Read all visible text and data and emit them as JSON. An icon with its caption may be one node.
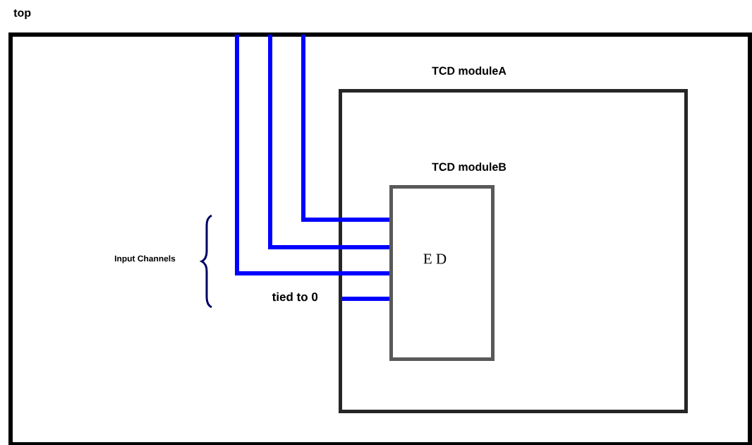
{
  "diagram": {
    "nodes": [
      {
        "text": [
          "top"
        ]
      },
      {
        "text": [
          "TCD moduleA"
        ],
        "in": 0
      },
      {
        "text": [
          "TCD moduleB",
          "E D"
        ],
        "in": 1
      },
      {
        "text": [
          "tied to 0"
        ],
        "in": 0
      }
    ],
    "edges": [
      {
        "from": null,
        "to": 2,
        "arrow": "none",
        "color": "#0000ff"
      },
      {
        "from": null,
        "to": 2,
        "arrow": "none",
        "color": "#0000ff"
      },
      {
        "from": null,
        "to": 2,
        "arrow": "none",
        "color": "#0000ff"
      },
      {
        "from": 3,
        "to": 2,
        "arrow": "none",
        "color": "#0000ff"
      }
    ],
    "labels": [
      "Input Channels"
    ]
  }
}
